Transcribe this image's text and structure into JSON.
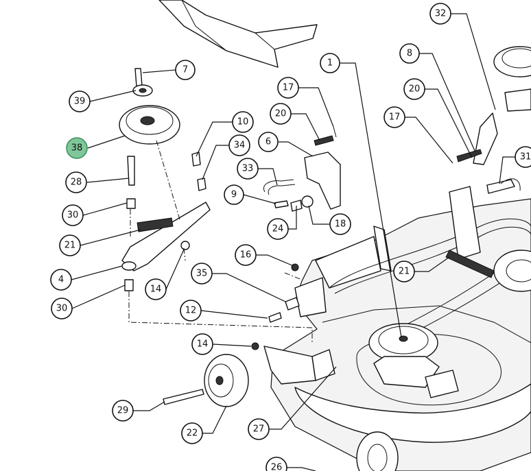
{
  "diagram": {
    "highlight_color": "#7fc79a",
    "callouts": [
      {
        "id": "7",
        "label": "7"
      },
      {
        "id": "39",
        "label": "39"
      },
      {
        "id": "38",
        "label": "38",
        "highlighted": true
      },
      {
        "id": "28",
        "label": "28"
      },
      {
        "id": "30a",
        "label": "30"
      },
      {
        "id": "21a",
        "label": "21"
      },
      {
        "id": "4",
        "label": "4"
      },
      {
        "id": "30b",
        "label": "30"
      },
      {
        "id": "14a",
        "label": "14"
      },
      {
        "id": "10",
        "label": "10"
      },
      {
        "id": "34",
        "label": "34"
      },
      {
        "id": "33",
        "label": "33"
      },
      {
        "id": "9",
        "label": "9"
      },
      {
        "id": "24",
        "label": "24"
      },
      {
        "id": "18",
        "label": "18"
      },
      {
        "id": "6",
        "label": "6"
      },
      {
        "id": "20a",
        "label": "20"
      },
      {
        "id": "17a",
        "label": "17"
      },
      {
        "id": "1",
        "label": "1"
      },
      {
        "id": "16",
        "label": "16"
      },
      {
        "id": "35",
        "label": "35"
      },
      {
        "id": "12",
        "label": "12"
      },
      {
        "id": "14b",
        "label": "14"
      },
      {
        "id": "29",
        "label": "29"
      },
      {
        "id": "22",
        "label": "22"
      },
      {
        "id": "27",
        "label": "27"
      },
      {
        "id": "26",
        "label": "26"
      },
      {
        "id": "32",
        "label": "32"
      },
      {
        "id": "8",
        "label": "8"
      },
      {
        "id": "20b",
        "label": "20"
      },
      {
        "id": "17b",
        "label": "17"
      },
      {
        "id": "31",
        "label": "31"
      },
      {
        "id": "21b",
        "label": "21"
      }
    ]
  }
}
